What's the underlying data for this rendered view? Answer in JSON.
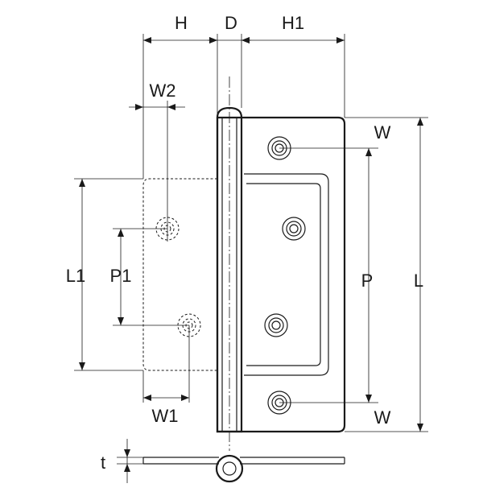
{
  "labels": {
    "H": "H",
    "D": "D",
    "H1": "H1",
    "W2": "W2",
    "W_top": "W",
    "W_bottom": "W",
    "L1": "L1",
    "P1": "P1",
    "P": "P",
    "L": "L",
    "W1": "W1",
    "t": "t"
  }
}
